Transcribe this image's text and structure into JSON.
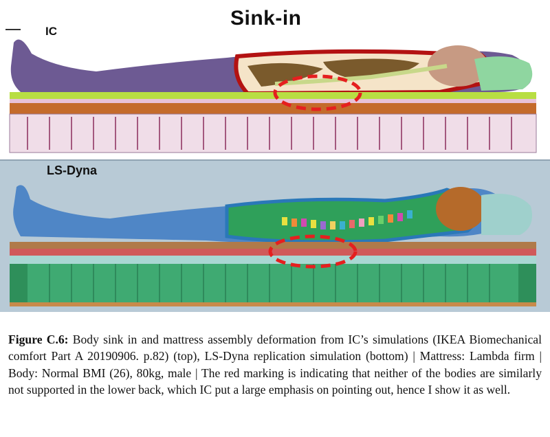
{
  "figure": {
    "title": "Sink-in",
    "top_panel_label": "IC",
    "bottom_panel_label": "LS-Dyna",
    "colors": {
      "top_background": "#ffffff",
      "bottom_background": "#b8cad6",
      "top_body": "#6d5a93",
      "bottom_body": "#4f86c6",
      "mattress_top_layer": "#b8de43",
      "mattress_brown": "#c46b2b",
      "spring_box_top": "#f0dde8",
      "spring_box_bottom": "#2e8f5a",
      "marking": "#e51f1f"
    }
  },
  "caption": {
    "label": "Figure C.6:",
    "text": "Body sink in and mattress assembly deformation from IC’s simulations (IKEA Biomechanical comfort Part A 20190906. p.82) (top), LS-Dyna replication simulation (bottom) | Mattress: Lambda firm | Body: Normal BMI (26), 80kg, male | The red marking is indicating that neither of the bodies are similarly not supported in the lower back, which IC put a large emphasis on pointing out, hence I show it as well."
  }
}
